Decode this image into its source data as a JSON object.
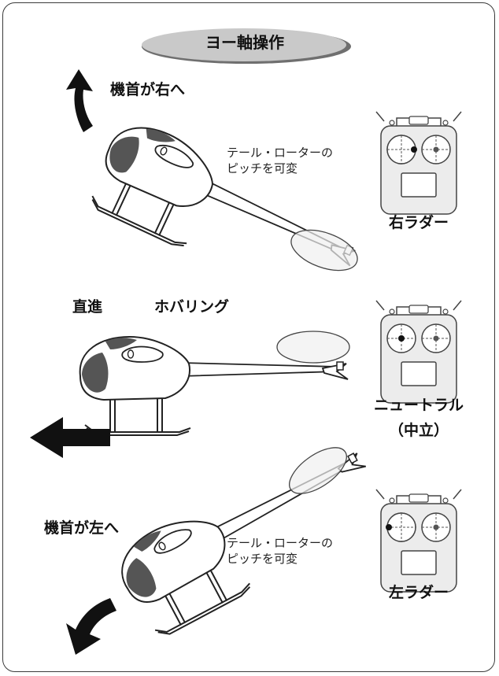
{
  "title": "ヨー軸操作",
  "sections": [
    {
      "direction_label": "機首が右へ",
      "note_lines": [
        "テール・ローターの",
        "ピッチを可変"
      ],
      "transmitter_label": "右ラダー",
      "stick_position": "right"
    },
    {
      "direction_label": "直進",
      "sub_label": "ホバリング",
      "transmitter_label_lines": [
        "ニュートラル",
        "（中立）"
      ],
      "stick_position": "center"
    },
    {
      "direction_label": "機首が左へ",
      "note_lines": [
        "テール・ローターの",
        "ピッチを可変"
      ],
      "transmitter_label": "左ラダー",
      "stick_position": "left"
    }
  ],
  "colors": {
    "frame": "#3a3a3a",
    "title_fill": "#c9c9c9",
    "title_shadow": "#6f6f6f",
    "body_dark": "#555555",
    "rotor_fill": "#efefef",
    "transmitter_fill": "#ececec",
    "stick_dot": "#111111"
  }
}
